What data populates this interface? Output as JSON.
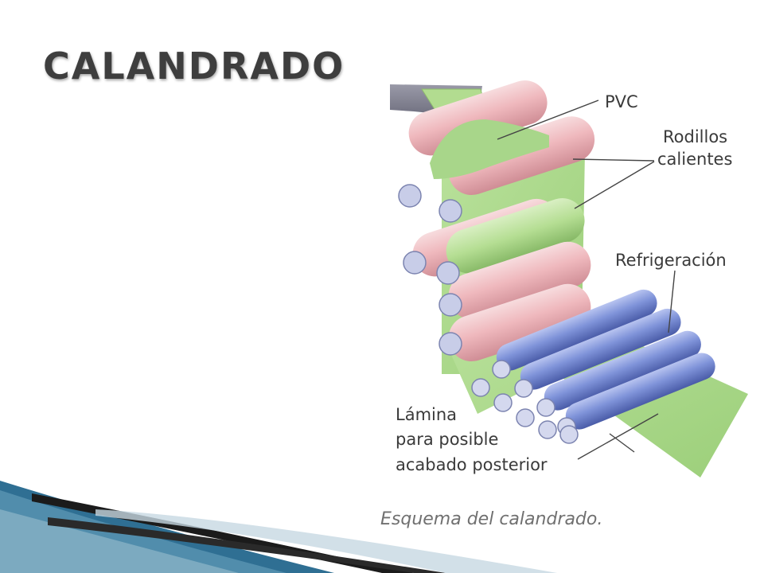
{
  "slide": {
    "title": "CALANDRADO"
  },
  "diagram": {
    "labels": {
      "pvc": "PVC",
      "hot_rollers_line1": "Rodillos",
      "hot_rollers_line2": "calientes",
      "cooling": "Refrigeración",
      "sheet_line1": "Lámina",
      "sheet_line2": "para posible",
      "sheet_line3": "acabado posterior"
    },
    "caption": "Esquema del calandrado.",
    "colors": {
      "hot_roller": "#f2c4c8",
      "cooling_roller": "#7f93d9",
      "pvc_sheet": "#a8d68a",
      "label_text": "#3a3a3a",
      "title_text": "#3e3e3e",
      "accent_blue": "#2f5f86"
    }
  }
}
